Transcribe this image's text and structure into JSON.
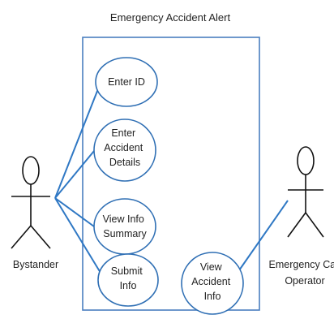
{
  "diagram": {
    "title": "Emergency Accident Alert",
    "use_cases": [
      {
        "id": "enter-id",
        "lines": [
          "Enter ID"
        ]
      },
      {
        "id": "enter-accident-details",
        "lines": [
          "Enter",
          "Accident",
          "Details"
        ]
      },
      {
        "id": "view-info-summary",
        "lines": [
          "View Info",
          "Summary"
        ]
      },
      {
        "id": "submit-info",
        "lines": [
          "Submit",
          "Info"
        ]
      },
      {
        "id": "view-accident-info",
        "lines": [
          "View",
          "Accident",
          "Info"
        ]
      }
    ],
    "actors": {
      "left": {
        "label_lines": [
          "Bystander"
        ]
      },
      "right": {
        "label_lines": [
          "Emergency Cal",
          "Operator"
        ]
      }
    }
  },
  "colors": {
    "boundary": "#4a7fbf",
    "ellipse_stroke": "#2f6fb4",
    "association": "#2f78c4",
    "actor": "#111111",
    "text": "#222222"
  }
}
